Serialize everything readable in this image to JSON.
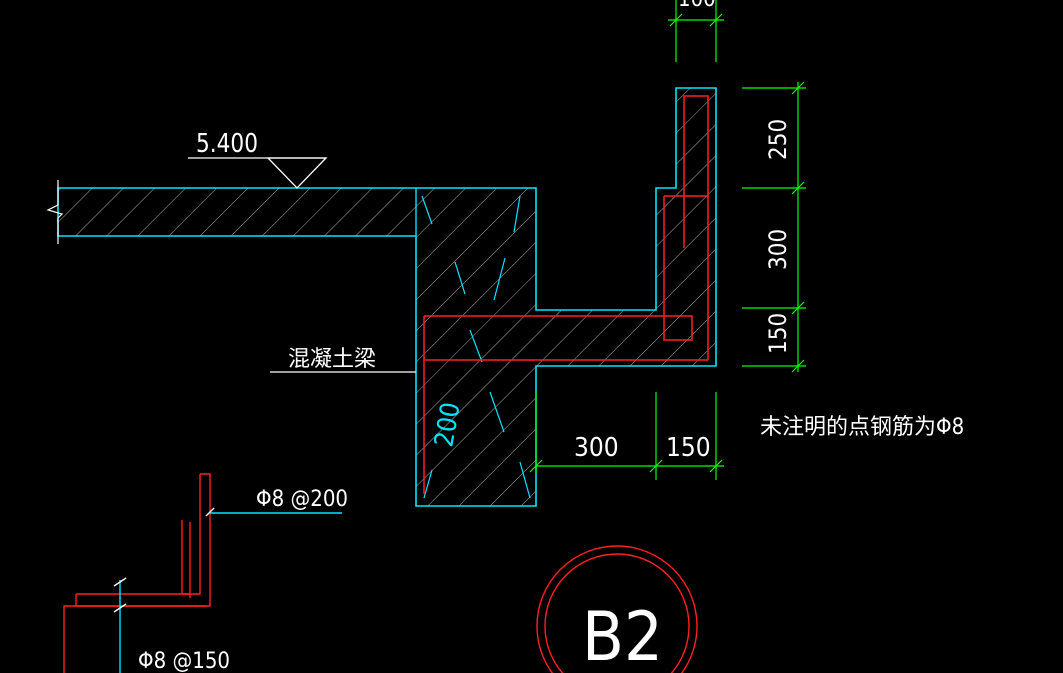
{
  "drawing": {
    "background": "#000000",
    "colors": {
      "concrete_outline": "#00ffff",
      "rebar": "#ff0000",
      "dimension": "#00ff00",
      "text": "#ffffff",
      "hatch": "#ffffff",
      "circle": "#ff0000",
      "leader": "#00ffff"
    },
    "elevation_label": "5.400",
    "beam_label": "混凝土梁",
    "beam_width_label": "200",
    "note": "未注明的点钢筋为Φ8",
    "rebar_labels": {
      "top": "Φ8 @200",
      "bottom": "Φ8 @150"
    },
    "dimensions": {
      "top_partial": "100",
      "vertical": [
        "250",
        "300",
        "150"
      ],
      "horizontal": [
        "300",
        "150"
      ]
    },
    "section_tag": "B2"
  }
}
